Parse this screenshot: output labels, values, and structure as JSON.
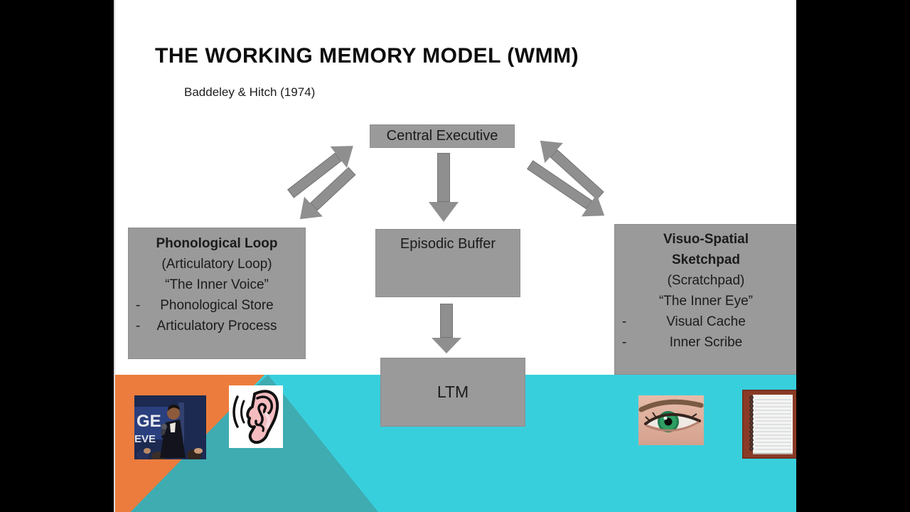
{
  "slide": {
    "title": "THE WORKING MEMORY MODEL (WMM)",
    "subtitle": "Baddeley & Hitch (1974)"
  },
  "diagram": {
    "central_executive": "Central Executive",
    "episodic_buffer": "Episodic Buffer",
    "ltm": "LTM",
    "phonological_loop": {
      "lines": [
        {
          "text": "Phonological Loop",
          "bold": true
        },
        {
          "text": "(Articulatory Loop)"
        },
        {
          "text": "“The Inner Voice”"
        },
        {
          "text": "Phonological Store",
          "dash": true
        },
        {
          "text": "Articulatory Process",
          "dash": true
        }
      ]
    },
    "visuo_spatial_sketchpad": {
      "lines": [
        {
          "text": "Visuo-Spatial",
          "bold": true
        },
        {
          "text": "Sketchpad",
          "bold": true
        },
        {
          "text": "(Scratchpad)"
        },
        {
          "text": "“The Inner Eye”"
        },
        {
          "text": "Visual Cache",
          "dash": true
        },
        {
          "text": "Inner Scribe",
          "dash": true
        }
      ]
    },
    "arrows": [
      "central-executive-to-phonological-loop",
      "phonological-loop-to-central-executive",
      "central-executive-to-episodic-buffer",
      "central-executive-to-visuo-spatial-sketchpad",
      "visuo-spatial-sketchpad-to-central-executive",
      "episodic-buffer-to-ltm"
    ]
  },
  "footer_images": [
    "speaker-photo",
    "ear-clipart",
    "eye-photo",
    "notepad-photo"
  ],
  "colors": {
    "accent_orange": "#ec7c3e",
    "accent_turquoise": "#38cfdd",
    "accent_teal_dark": "#3eacb1",
    "box_gray": "#9a9a9a",
    "arrow_gray": "#8f8f8f"
  }
}
